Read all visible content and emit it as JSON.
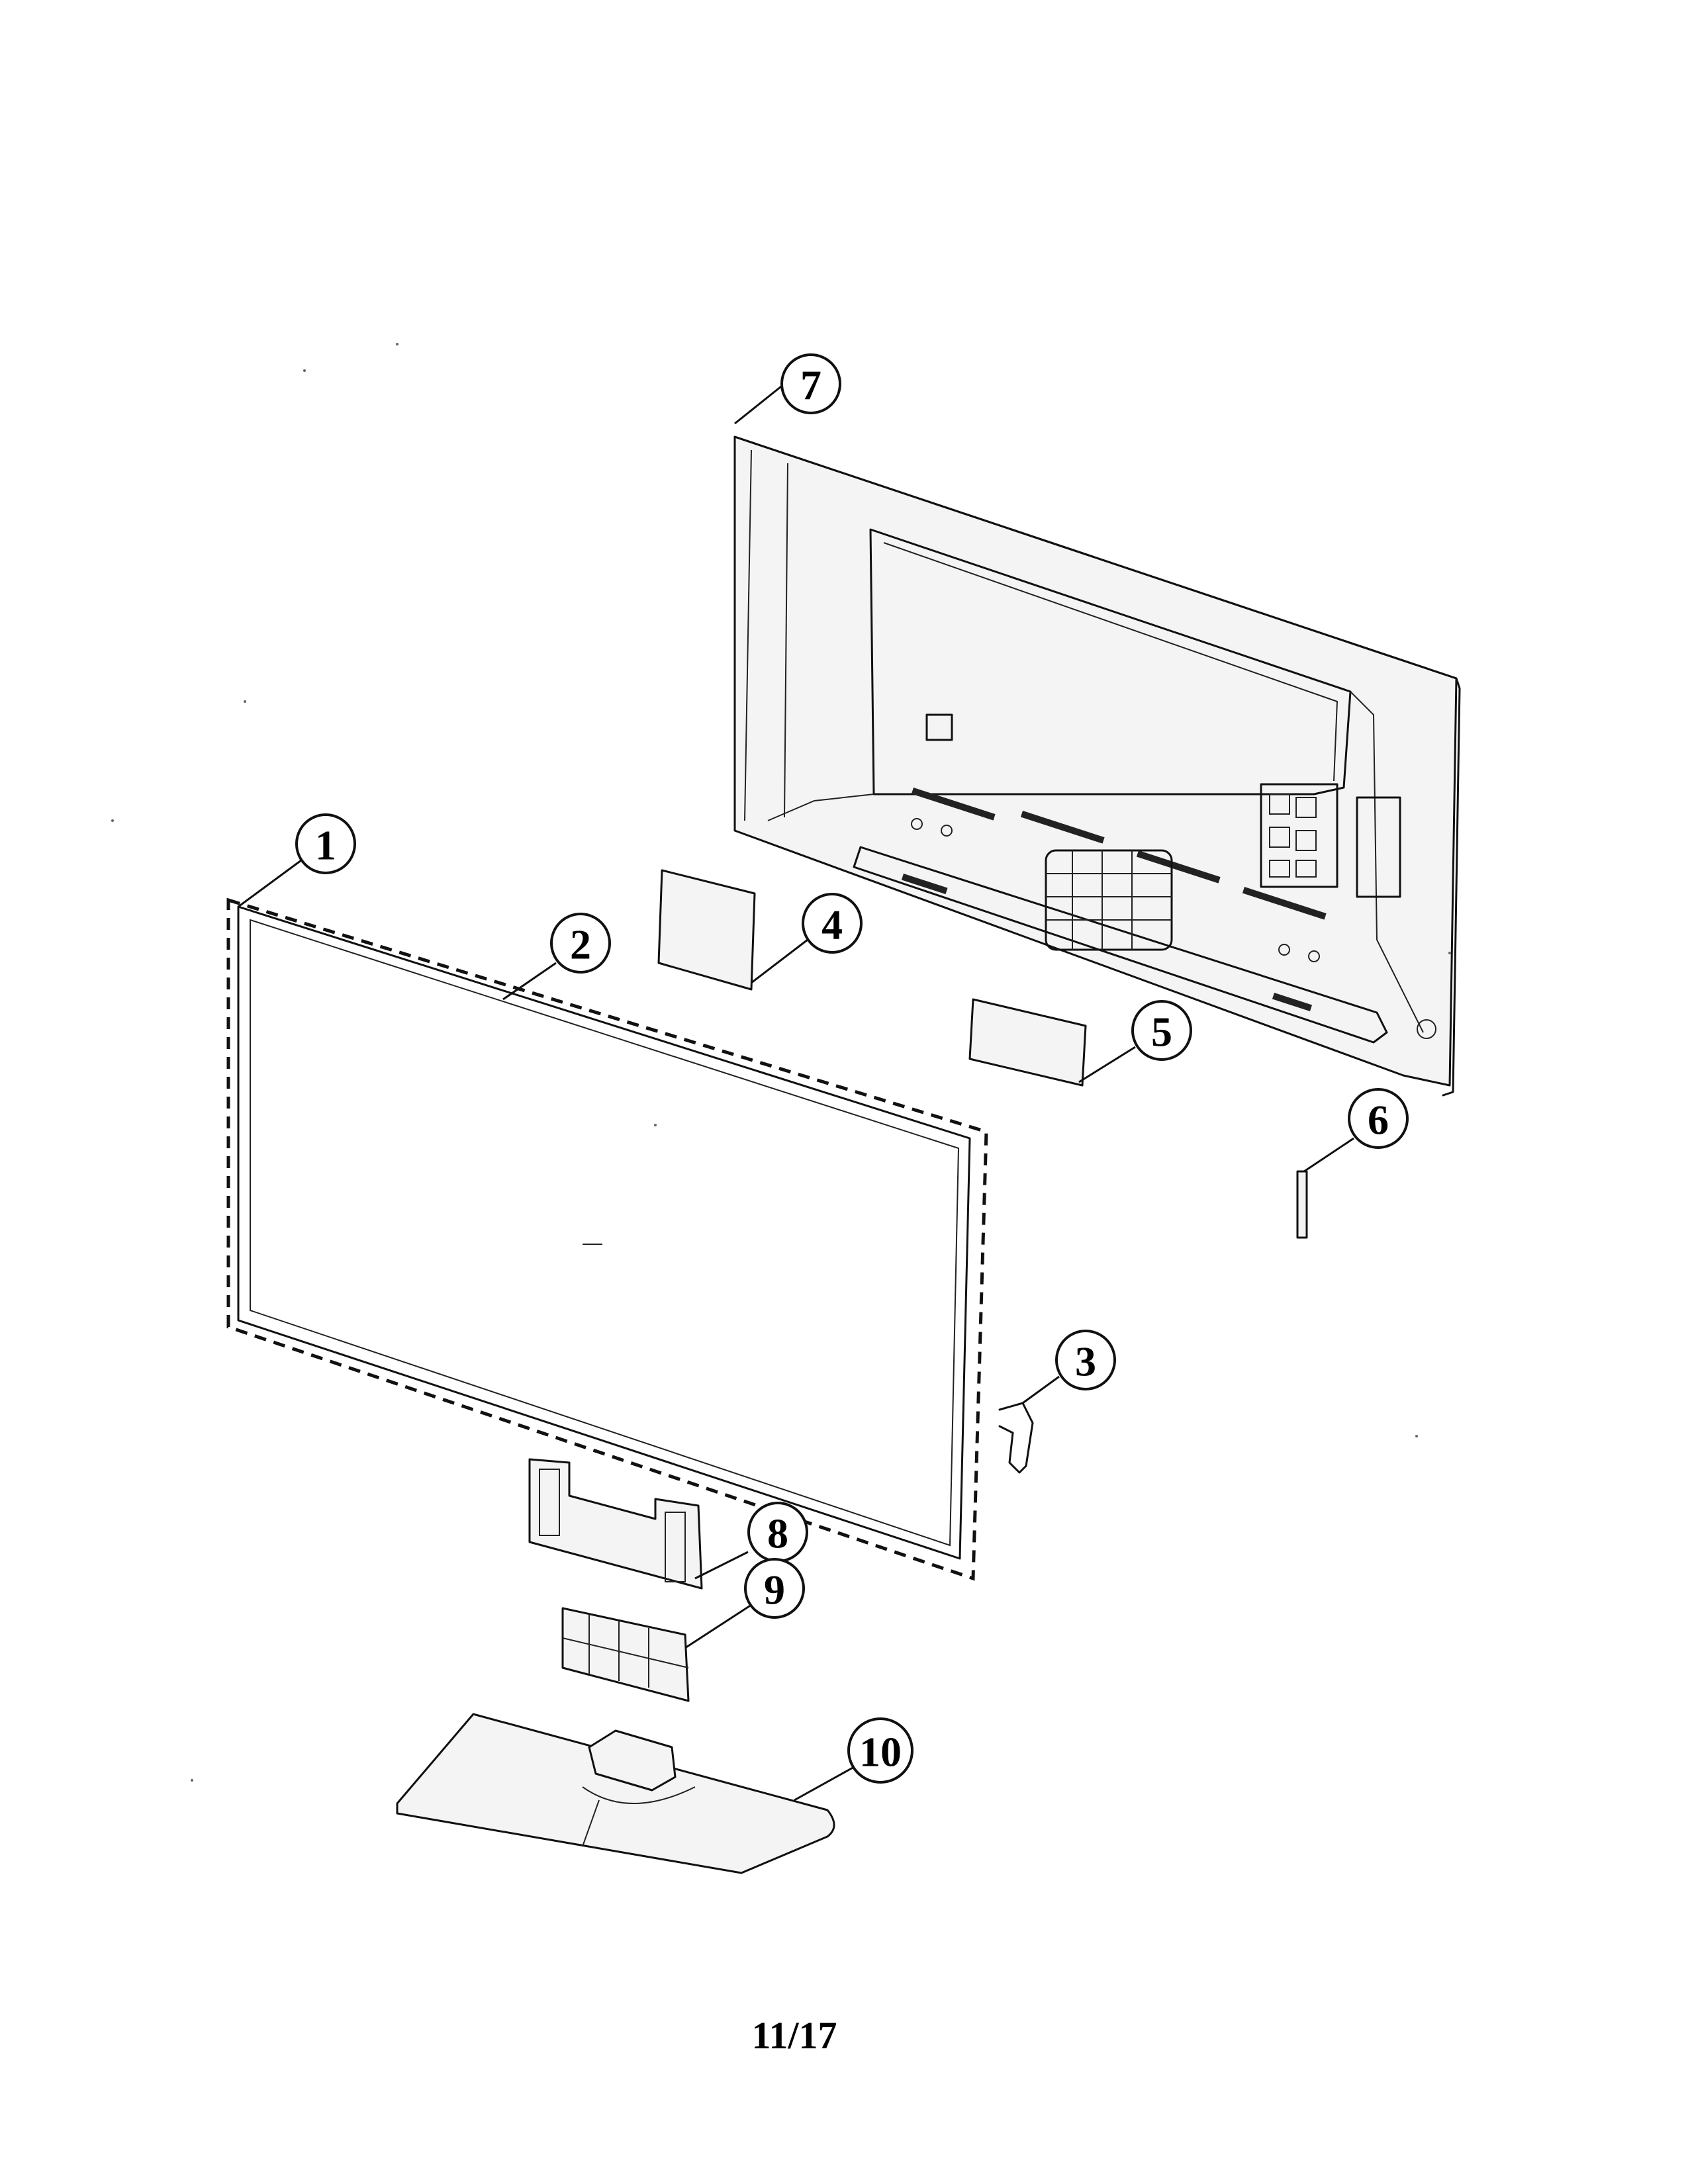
{
  "callouts": [
    {
      "id": "1",
      "label": "1"
    },
    {
      "id": "2",
      "label": "2"
    },
    {
      "id": "3",
      "label": "3"
    },
    {
      "id": "4",
      "label": "4"
    },
    {
      "id": "5",
      "label": "5"
    },
    {
      "id": "6",
      "label": "6"
    },
    {
      "id": "7",
      "label": "7"
    },
    {
      "id": "8",
      "label": "8"
    },
    {
      "id": "9",
      "label": "9"
    },
    {
      "id": "10",
      "label": "10"
    }
  ],
  "page_number": "11/17"
}
